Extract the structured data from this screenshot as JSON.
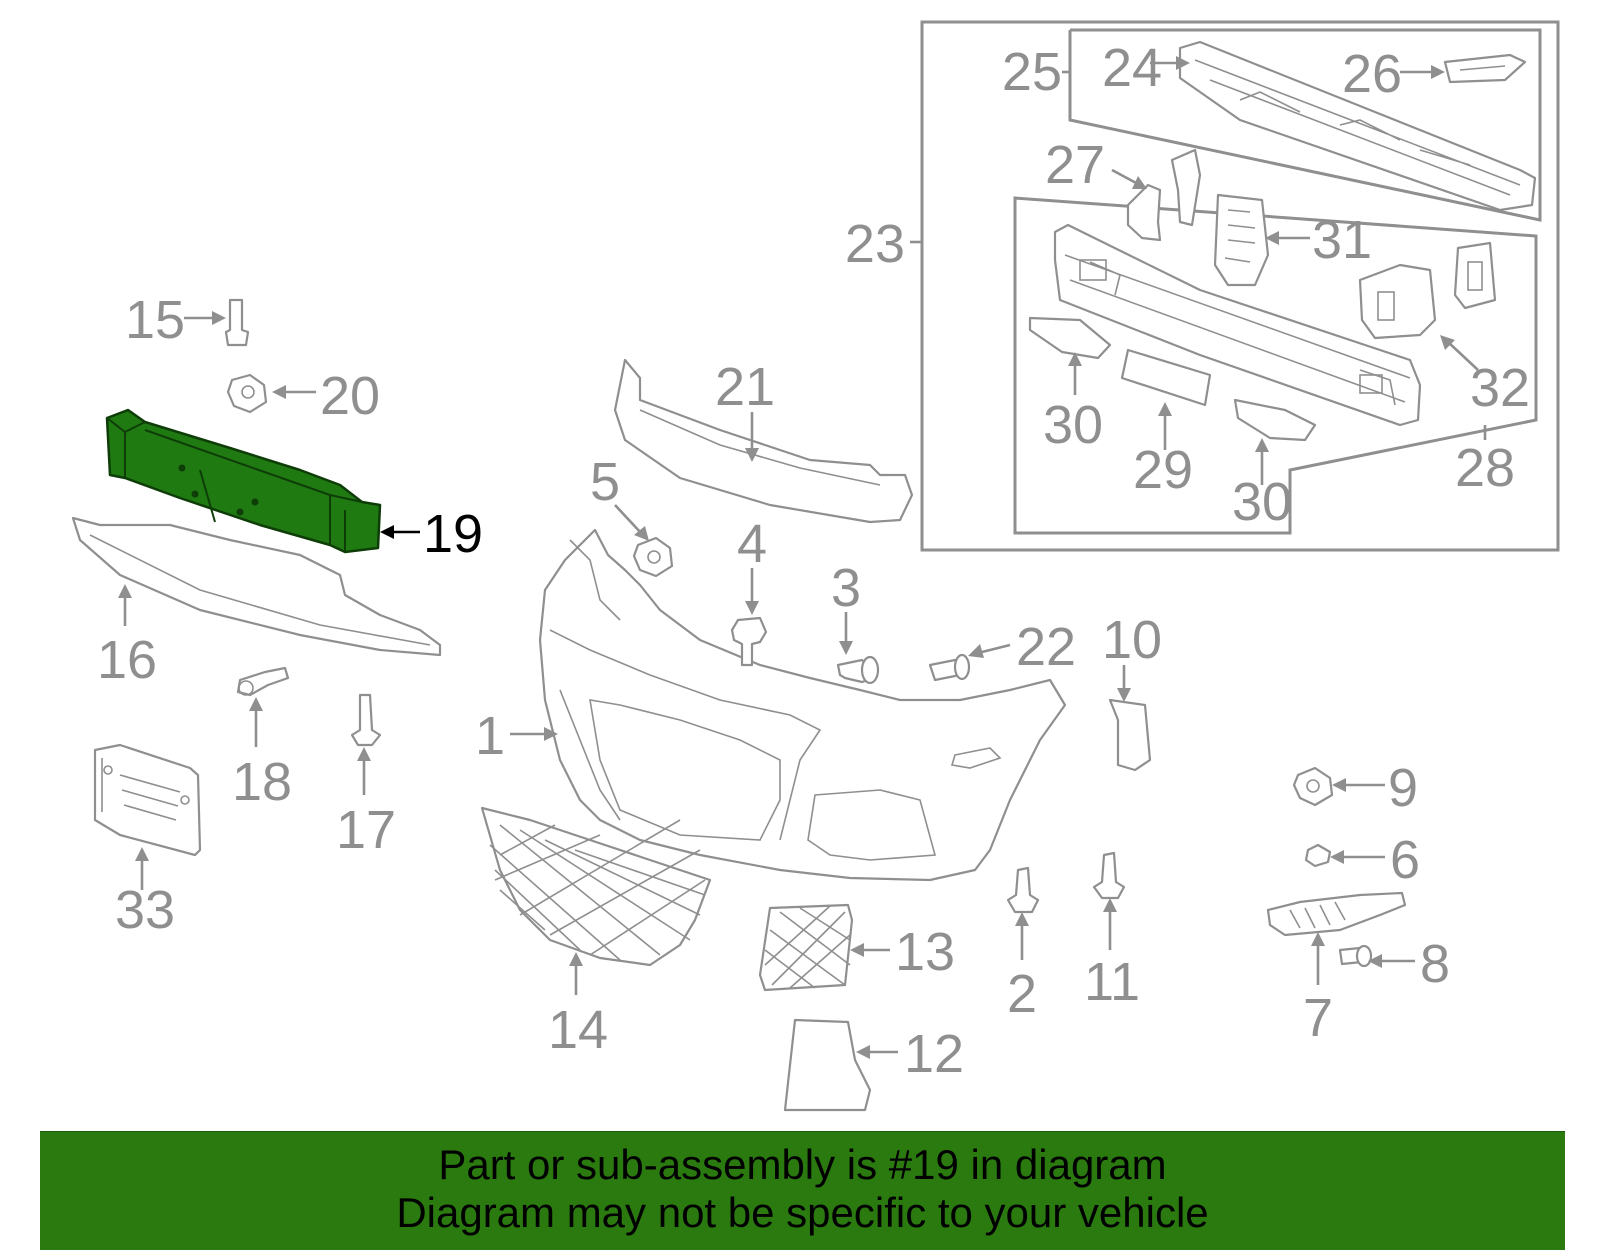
{
  "highlight": {
    "callout": "19",
    "color": "#2a7a10"
  },
  "labels": {
    "c1": "1",
    "c2": "2",
    "c3": "3",
    "c4": "4",
    "c5": "5",
    "c6": "6",
    "c7": "7",
    "c8": "8",
    "c9": "9",
    "c10": "10",
    "c11": "11",
    "c12": "12",
    "c13": "13",
    "c14": "14",
    "c15": "15",
    "c16": "16",
    "c17": "17",
    "c18": "18",
    "c19": "19",
    "c20": "20",
    "c21": "21",
    "c22": "22",
    "c23": "23",
    "c24": "24",
    "c25": "25",
    "c26": "26",
    "c27": "27",
    "c28": "28",
    "c29": "29",
    "c30": "30",
    "c31": "31",
    "c32": "32",
    "c33": "33"
  },
  "banner": {
    "line1": "Part or sub-assembly is #19 in diagram",
    "line2": "Diagram may not be specific to your vehicle"
  }
}
